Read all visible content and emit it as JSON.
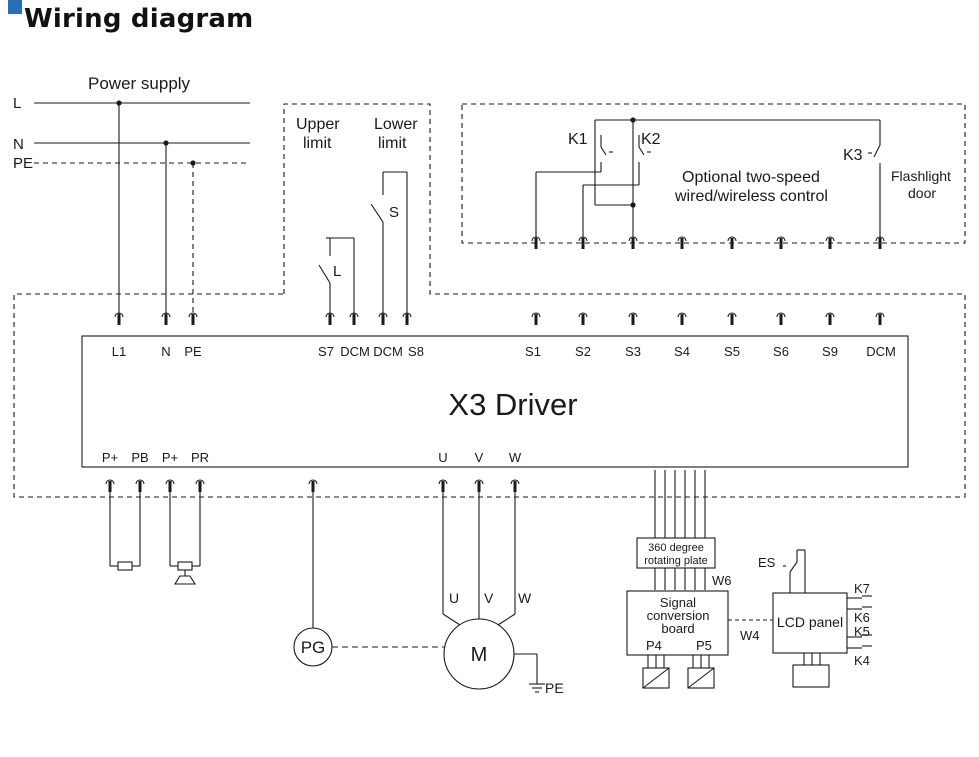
{
  "title": "Wiring diagram",
  "power": {
    "heading": "Power supply",
    "lines": [
      "L",
      "N",
      "PE"
    ]
  },
  "limits": {
    "upper": [
      "Upper",
      "limit"
    ],
    "lower": [
      "Lower",
      "limit"
    ],
    "upper_switch": "L",
    "lower_switch": "S"
  },
  "remote": {
    "desc": [
      "Optional two-speed",
      "wired/wireless control"
    ],
    "relays": [
      "K1",
      "K2",
      "K3"
    ],
    "flashlight": [
      "Flashlight",
      "door"
    ]
  },
  "driver": {
    "name": "X3 Driver",
    "top_terminals": [
      "L1",
      "N",
      "PE",
      "S7",
      "DCM",
      "DCM",
      "S8",
      "S1",
      "S2",
      "S3",
      "S4",
      "S5",
      "S6",
      "S9",
      "DCM"
    ],
    "bottom_terminals": [
      "P+",
      "PB",
      "P+",
      "PR",
      "U",
      "V",
      "W"
    ]
  },
  "motor": {
    "label": "M",
    "encoder": "PG",
    "phases": [
      "U",
      "V",
      "W"
    ],
    "ground": "PE"
  },
  "modules": {
    "rotating_plate": [
      "360 degree",
      "rotating plate"
    ],
    "signal_board": [
      "Signal",
      "conversion",
      "board"
    ],
    "lcd": "LCD panel",
    "estop": "ES",
    "ports": [
      "W6",
      "W4",
      "P4",
      "P5"
    ],
    "lcd_keys": [
      "K7",
      "K6",
      "K5",
      "K4"
    ]
  },
  "colors": {
    "line": "#1a1a1a",
    "accent": "#2a6fb5"
  }
}
